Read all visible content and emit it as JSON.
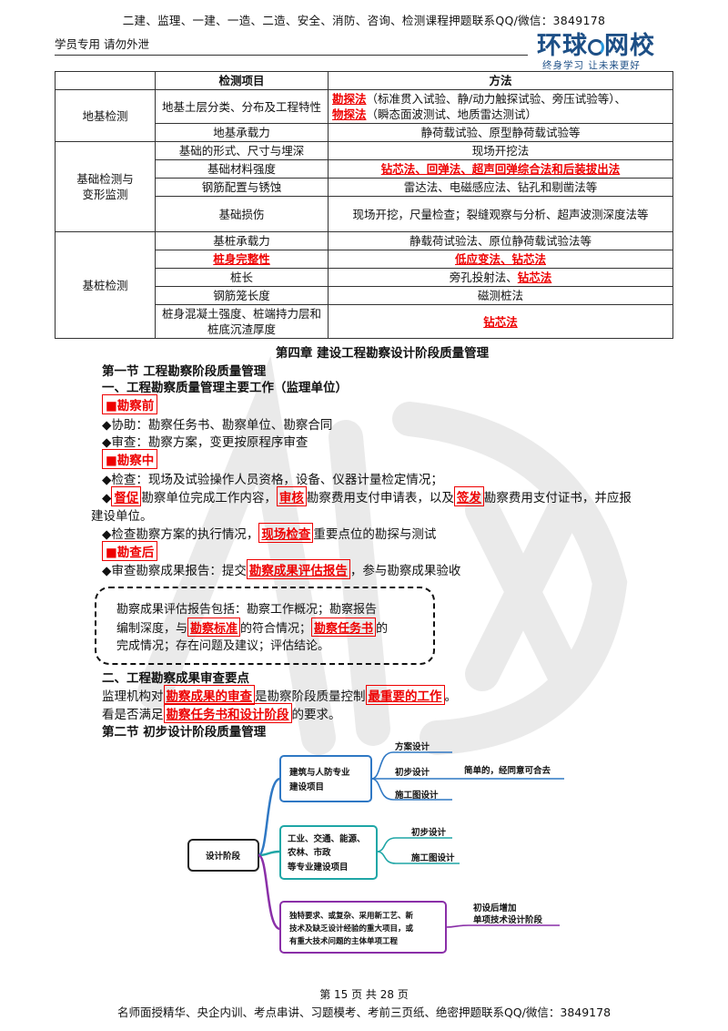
{
  "header": {
    "top": "二建、监理、一建、一造、二造、安全、消防、咨询、检测课程押题联系QQ/微信：3849178",
    "left": "学员专用  请勿外泄",
    "logo_main_a": "环球",
    "logo_main_b": "网校",
    "logo_sub": "终身学习  让未来更好"
  },
  "table": {
    "head": [
      "检测项目",
      "方法"
    ],
    "groups": {
      "g1": "地基检测",
      "g2": "基础检测与变形监测",
      "g3": "基桩检测"
    },
    "rows": {
      "r1_item": "地基土层分类、分布及工程特性",
      "r1_m1": "勘探法",
      "r1_m2": "（标准贯入试验、静/动力触探试验、旁压试验等）、",
      "r1_m3": "物探法",
      "r1_m4": "（瞬态面波测试、地质雷达测试）",
      "r2_item": "地基承载力",
      "r2_m": "静荷载试验、原型静荷载试验等",
      "r3_item": "基础的形式、尺寸与埋深",
      "r3_m": "现场开挖法",
      "r4_item": "基础材料强度",
      "r4_m": "钻芯法、回弹法、超声回弹综合法和后装拔出法",
      "r5_item": "钢筋配置与锈蚀",
      "r5_m": "雷达法、电磁感应法、钻孔和剔凿法等",
      "r6_item": "基础损伤",
      "r6_m": "现场开挖，尺量检查；裂缝观察与分析、超声波测深度法等",
      "r7_item": "基桩承载力",
      "r7_m": "静载荷试验法、原位静荷载试验法等",
      "r8_item": "桩身完整性",
      "r8_m": "低应变法、钻芯法",
      "r9_item": "桩长",
      "r9_m1": "旁孔投射法、",
      "r9_m2": "钻芯法",
      "r10_item": "钢筋笼长度",
      "r10_m": "磁测桩法",
      "r11_item": "桩身混凝土强度、桩端持力层和桩底沉渣厚度",
      "r11_m": "钻芯法"
    }
  },
  "body": {
    "chapter": "第四章  建设工程勘察设计阶段质量管理",
    "sec1": "第一节  工程勘察阶段质量管理",
    "sub1": "一、工程勘察质量管理主要工作（监理单位）",
    "tag_before": "■勘察前",
    "b1": "◆协助：勘察任务书、勘察单位、勘察合同",
    "b2": "◆审查：勘察方案，变更按原程序审查",
    "tag_during": "■勘察中",
    "b3": "◆检查：现场及试验操作人员资格，设备、仪器计量检定情况；",
    "b4_a": "◆",
    "b4_t1": "督促",
    "b4_b": "勘察单位完成工作内容，",
    "b4_t2": "审核",
    "b4_c": "勘察费用支付申请表，以及",
    "b4_t3": "签发",
    "b4_d": "勘察费用支付证书，并应报",
    "b4_e": "建设单位。",
    "b5_a": "◆检查勘察方案的执行情况，",
    "b5_t": "现场检查",
    "b5_b": "重要点位的勘探与测试",
    "tag_after": "■勘查后",
    "b6_a": "◆审查勘察成果报告：提交",
    "b6_t": "勘察成果评估报告",
    "b6_b": "，参与勘察成果验收",
    "box_l1": "勘察成果评估报告包括：勘察工作概况；勘察报告",
    "box_l2a": "编制深度，与",
    "box_l2t1": "勘察标准",
    "box_l2b": "的符合情况；",
    "box_l2t2": "勘察任务书",
    "box_l2c": "的",
    "box_l3": "完成情况；存在问题及建议；评估结论。",
    "sub2": "二、工程勘察成果审查要点",
    "p1_a": "监理机构对",
    "p1_t1": "勘察成果的审查",
    "p1_b": "是勘察阶段质量控制",
    "p1_t2": "最重要的工作",
    "p1_c": "。",
    "p2_a": "看是否满足",
    "p2_t": "勘察任务书和设计阶段",
    "p2_b": "的要求。",
    "sec2": "第二节  初步设计阶段质量管理"
  },
  "mindmap": {
    "root": "设计阶段",
    "b1_l1": "建筑与人防专业",
    "b1_l2": "建设项目",
    "b1_c1": "方案设计",
    "b1_c2": "初步设计",
    "b1_c3": "施工图设计",
    "b1_note": "简单的，经同意可合去",
    "b2_l1": "工业、交通、能源、",
    "b2_l2": "农林、市政",
    "b2_l3": "等专业建设项目",
    "b2_c1": "初步设计",
    "b2_c2": "施工图设计",
    "b3_l1": "独特要求、或复杂、采用新工艺、新",
    "b3_l2": "技术及缺乏设计经验的重大项目，或",
    "b3_l3": "有重大技术问题的主体单项工程",
    "b3_c1_l1": "初设后增加",
    "b3_c1_l2": "单项技术设计阶段",
    "colors": {
      "blue": "#2f78c4",
      "teal": "#1fa6a6",
      "purple": "#8a2fa8"
    }
  },
  "footer": {
    "page": "第 15 页 共 28 页",
    "bottom": "名师面授精华、央企内训、考点串讲、习题模考、考前三页纸、绝密押题联系QQ/微信：3849178"
  }
}
